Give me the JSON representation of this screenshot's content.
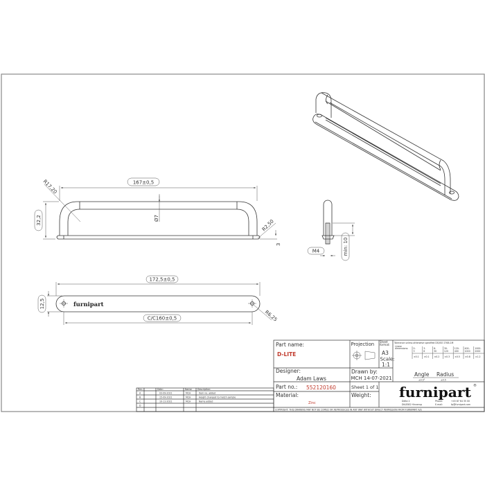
{
  "front_view": {
    "width_dim": "167±0,5",
    "height_dim": "32,2",
    "radius_top": "R17,20",
    "diameter": "Ø7",
    "radius_base": "R2,50",
    "base_thickness": "3"
  },
  "bottom_view": {
    "length_dim": "172,5±0,5",
    "width_dim": "12,5",
    "cc_dim": "C/C160±0,5",
    "end_radius": "R6,25",
    "engraving": "furnipart"
  },
  "side_view": {
    "thread": "M4",
    "min_depth": "min: 10"
  },
  "title_block": {
    "part_name_label": "Part name:",
    "part_name": "D-LITE",
    "projection_label": "Projection",
    "sheet_format_label": "Sheet format:",
    "sheet_format": "A3",
    "scale_label": "Scale:",
    "scale": "1:1",
    "designer_label": "Designer:",
    "designer": "Adam Laws",
    "drawn_by_label": "Drawn by:",
    "drawn_by": "MCH 14-07-2021",
    "part_no_label": "Part no.:",
    "part_no": "552120160",
    "sheet": "Sheet 1 of 1",
    "material_label": "Material:",
    "material": "Zinc",
    "weight_label": "Weight:",
    "tolerance_title": "Tolerance unless otherwise specified DS/ISO 2768-1M",
    "linear_label": "Linear dimensions:",
    "ranges": [
      "0-3",
      "3-6",
      "6-30",
      "30-120",
      "120-400",
      "400-1000",
      "1000-2000"
    ],
    "tolerances": [
      "±0.1",
      "±0.1",
      "±0.2",
      "±0.3",
      "±0.5",
      "±0.8",
      "±1.2"
    ],
    "angle_label": "Angle",
    "radius_label": "Radius",
    "angle_tol": "±0.5°",
    "radius_tol": "±0.5",
    "logo": "furnipart",
    "address1": "Delta 2",
    "address2": "DK-8382 Hinnerup",
    "phone_label": "Phone:",
    "phone": "+45 87 64 35 00",
    "email_label": "E-mail:",
    "email": "fp@furnipart.com",
    "copyright": "COPYRIGHT: THIS DRAWING MAY NOT BE COPIED OR REPRODUCED IN ANY WAY WITHOUT DIRECT PERMISSION FROM FURNIPART A/S",
    "accent": "#c0392b"
  },
  "revisions": {
    "headers": [
      "Rev.:",
      "Date:",
      "Name:",
      "Description:"
    ],
    "rows": [
      [
        "A",
        "03-09-2021",
        "MCH",
        "Item no. added"
      ],
      [
        "B",
        "15-09-2021",
        "MCH",
        "Height changed to match sample"
      ],
      [
        "C",
        "10-11-2021",
        "MCH",
        "Name added"
      ],
      [
        "D",
        "",
        "",
        ""
      ]
    ]
  }
}
